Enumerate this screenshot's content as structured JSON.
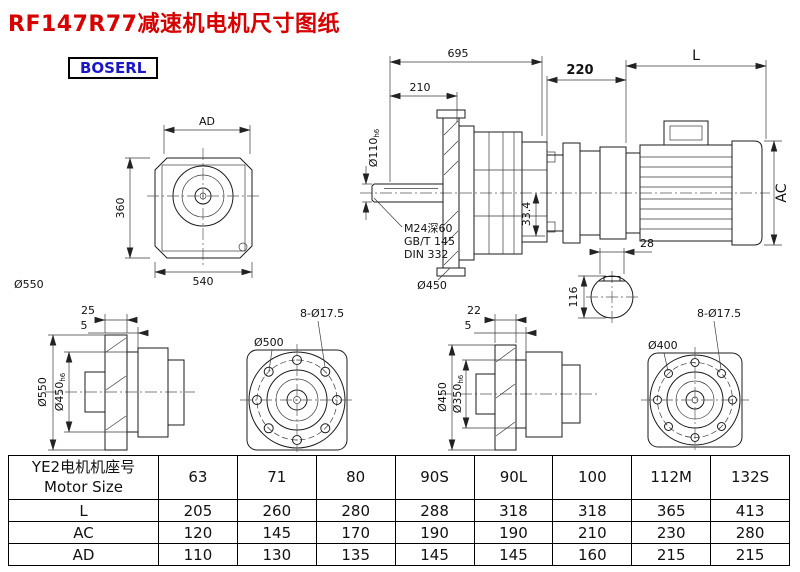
{
  "title": "RF147R77减速机电机尺寸图纸",
  "logo": "BOSERL",
  "drawing": {
    "front_view": {
      "ad": "AD",
      "h": "360",
      "w": "540",
      "od": "Ø550"
    },
    "section_view": {
      "len": "695",
      "shaft_len": "210",
      "shaft_dia": "Ø110",
      "shaft_tol": "h6",
      "tap": "M24深60",
      "std1": "GB/T 145",
      "std2": "DIN 332",
      "key": "33.4",
      "flange_od": "Ø450"
    },
    "motor_view": {
      "adapter": "220",
      "len": "L",
      "height": "AC",
      "shaft_dia": "28",
      "shaft_h": "116"
    },
    "flange1_side": {
      "t1": "25",
      "t2": "5",
      "od": "Ø550",
      "spigot": "Ø450",
      "spigot_tol": "h6"
    },
    "flange1_front": {
      "holes": "8-Ø17.5",
      "bolt_circle": "Ø500"
    },
    "flange2_side": {
      "t1": "22",
      "t2": "5",
      "od": "Ø450",
      "spigot": "Ø350",
      "spigot_tol": "h6"
    },
    "flange2_front": {
      "holes": "8-Ø17.5",
      "bolt_circle": "Ø400"
    }
  },
  "table": {
    "header_cn": "YE2电机机座号",
    "header_en": "Motor Size",
    "columns": [
      "63",
      "71",
      "80",
      "90S",
      "90L",
      "100",
      "112M",
      "132S"
    ],
    "rows": [
      {
        "label": "L",
        "values": [
          "205",
          "260",
          "280",
          "288",
          "318",
          "318",
          "365",
          "413"
        ]
      },
      {
        "label": "AC",
        "values": [
          "120",
          "145",
          "170",
          "190",
          "190",
          "210",
          "230",
          "280"
        ]
      },
      {
        "label": "AD",
        "values": [
          "110",
          "130",
          "135",
          "145",
          "145",
          "160",
          "215",
          "215"
        ]
      }
    ]
  }
}
